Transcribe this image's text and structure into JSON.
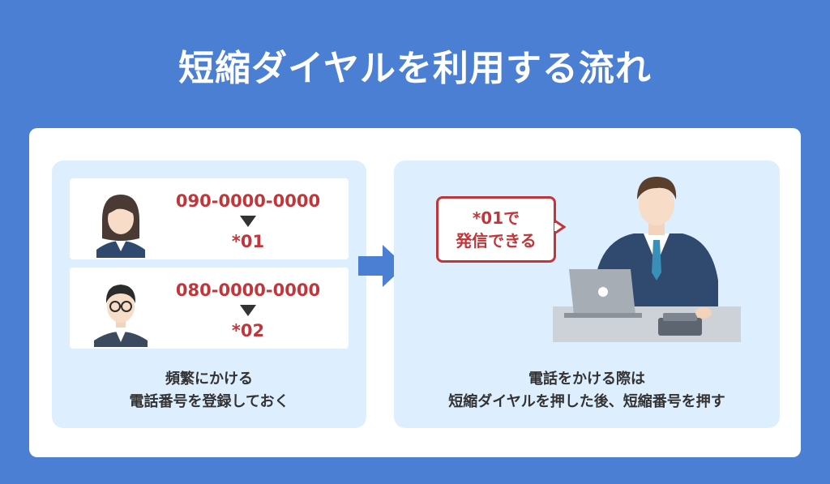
{
  "title": "短縮ダイヤルを利用する流れ",
  "left_panel": {
    "entries": [
      {
        "phone": "090-0000-0000",
        "code": "*01",
        "avatar": "woman-avatar-icon"
      },
      {
        "phone": "080-0000-0000",
        "code": "*02",
        "avatar": "man-glasses-avatar-icon"
      }
    ],
    "caption_line1": "頻繁にかける",
    "caption_line2": "電話番号を登録しておく"
  },
  "right_panel": {
    "bubble_line1": "*01で",
    "bubble_line2": "発信できる",
    "caption_line1": "電話をかける際は",
    "caption_line2": "短縮ダイヤルを押した後、短縮番号を押す"
  },
  "colors": {
    "background": "#4a7fd4",
    "panel": "#ddeefe",
    "accent_red": "#c0363a",
    "arrow": "#4a7fd4"
  }
}
